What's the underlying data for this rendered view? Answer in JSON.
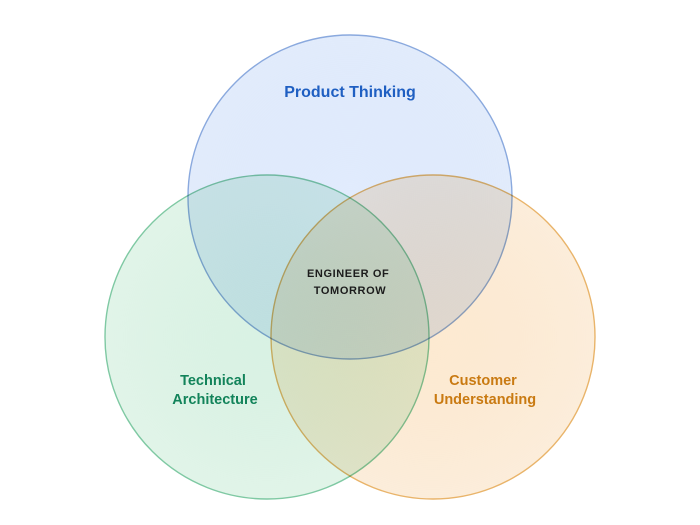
{
  "diagram": {
    "circles": [
      {
        "id": "product",
        "label_lines": [
          "Product Thinking"
        ],
        "fill": "#d4e3fb",
        "stroke": "#8aa9de",
        "text_color": "#1f5fc2"
      },
      {
        "id": "technical",
        "label_lines": [
          "Technical",
          "Architecture"
        ],
        "fill": "#cfeedd",
        "stroke": "#7fc9a3",
        "text_color": "#12835a"
      },
      {
        "id": "customer",
        "label_lines": [
          "Customer",
          "Understanding"
        ],
        "fill": "#fbe3c6",
        "stroke": "#e9b46a",
        "text_color": "#c97a12"
      }
    ],
    "center": {
      "label_lines": [
        "ENGINEER OF",
        "TOMORROW"
      ],
      "text_color": "#1c1c1c"
    }
  }
}
